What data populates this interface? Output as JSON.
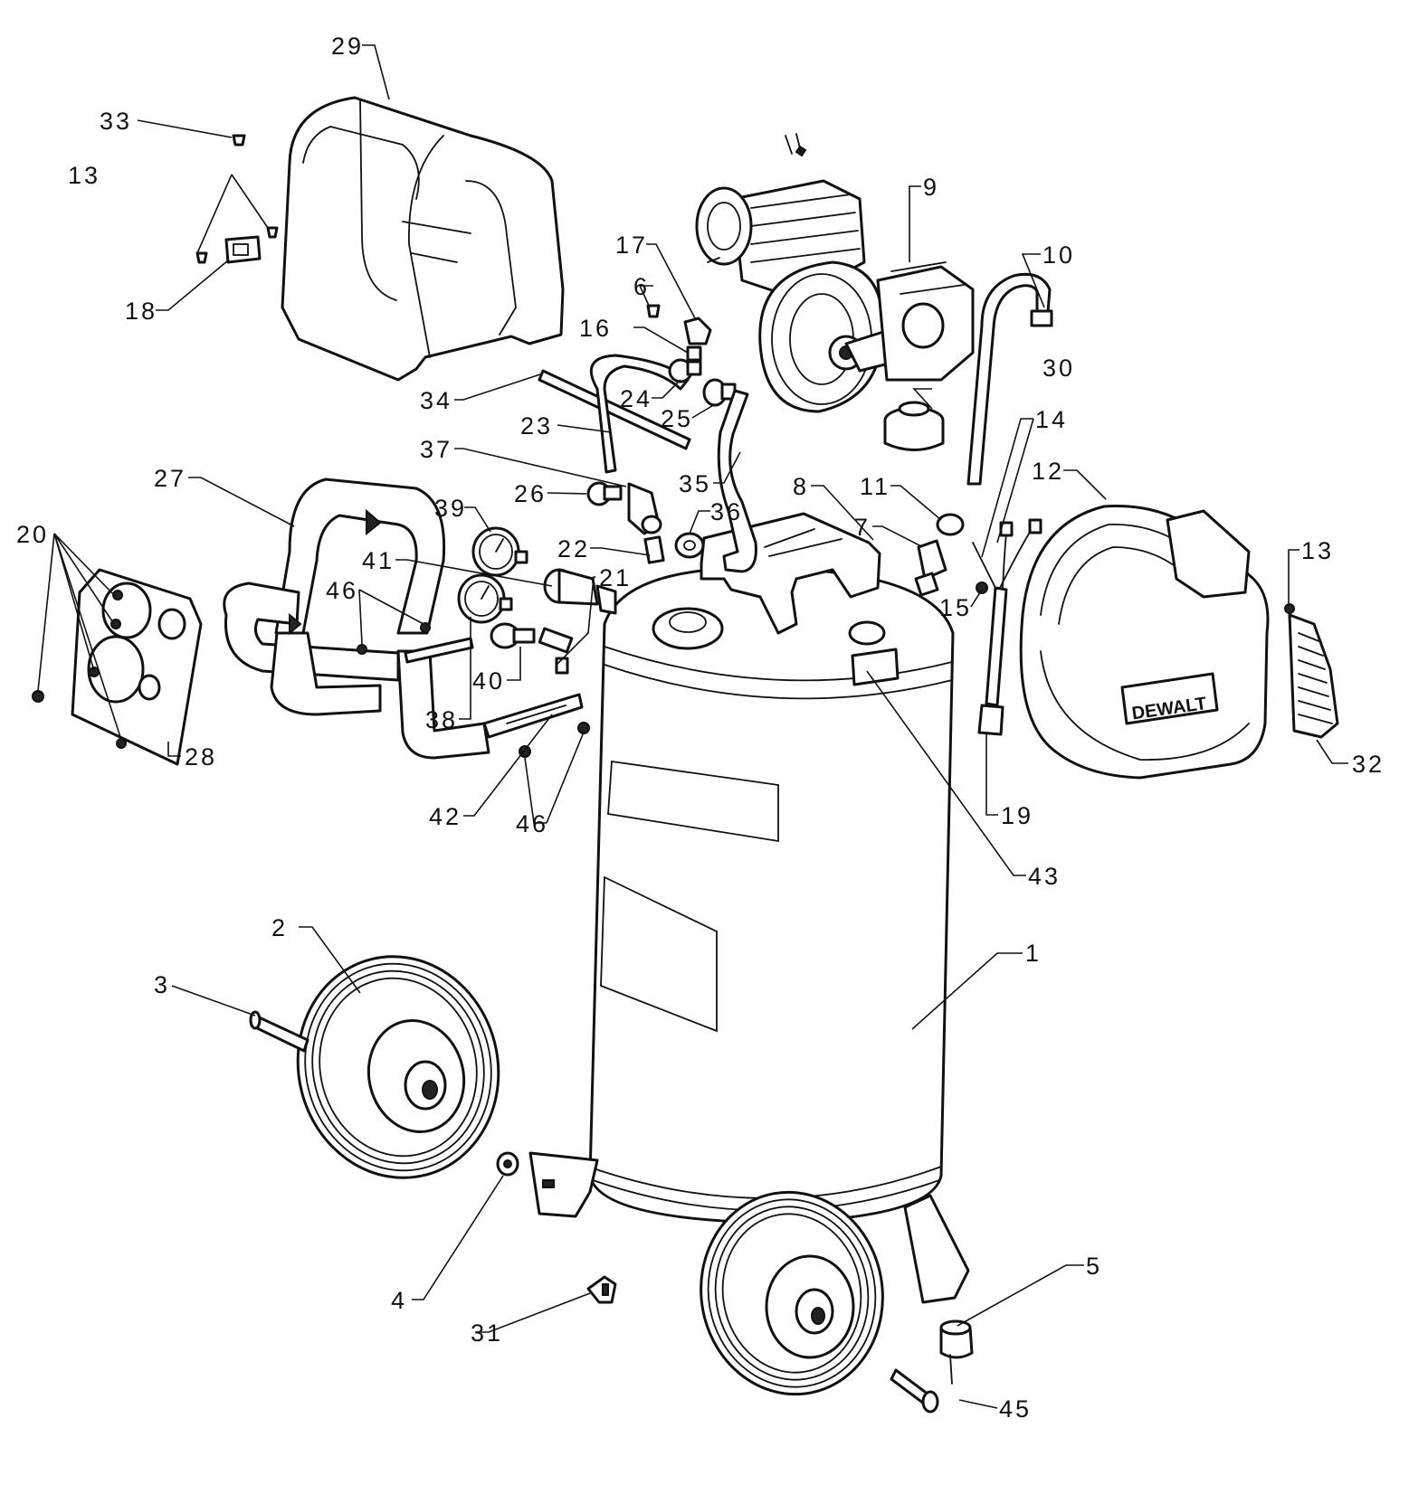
{
  "brand_text": "DEWALT",
  "callouts": {
    "c1": "1",
    "c2": "2",
    "c3": "3",
    "c4": "4",
    "c5": "5",
    "c6": "6",
    "c7": "7",
    "c8": "8",
    "c9": "9",
    "c10": "10",
    "c11": "11",
    "c12": "12",
    "c13a": "13",
    "c13b": "13",
    "c14": "14",
    "c15": "15",
    "c16": "16",
    "c17": "17",
    "c18": "18",
    "c19": "19",
    "c20": "20",
    "c21": "21",
    "c22": "22",
    "c23": "23",
    "c24": "24",
    "c25": "25",
    "c26": "26",
    "c27": "27",
    "c28": "28",
    "c29": "29",
    "c30": "30",
    "c31": "31",
    "c32": "32",
    "c33": "33",
    "c34": "34",
    "c35": "35",
    "c36": "36",
    "c37": "37",
    "c38": "38",
    "c39": "39",
    "c40": "40",
    "c41": "41",
    "c42": "42",
    "c43": "43",
    "c45": "45",
    "c46a": "46",
    "c46b": "46"
  }
}
